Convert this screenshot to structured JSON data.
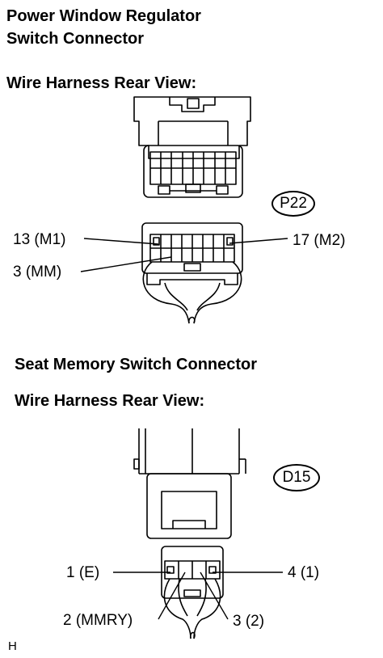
{
  "section1": {
    "title_line1": "Power Window Regulator",
    "title_line2": "Switch Connector",
    "subtitle": "Wire Harness Rear View:",
    "connector_code": "P22",
    "pins": {
      "pin13": "13 (M1)",
      "pin3": "3 (MM)",
      "pin17": "17 (M2)"
    }
  },
  "section2": {
    "title": "Seat Memory Switch Connector",
    "subtitle": "Wire Harness Rear View:",
    "connector_code": "D15",
    "pins": {
      "pin1": "1 (E)",
      "pin4": "4 (1)",
      "pin2": "2 (MMRY)",
      "pin3": "3 (2)"
    }
  },
  "footer": {
    "mark": "H"
  }
}
